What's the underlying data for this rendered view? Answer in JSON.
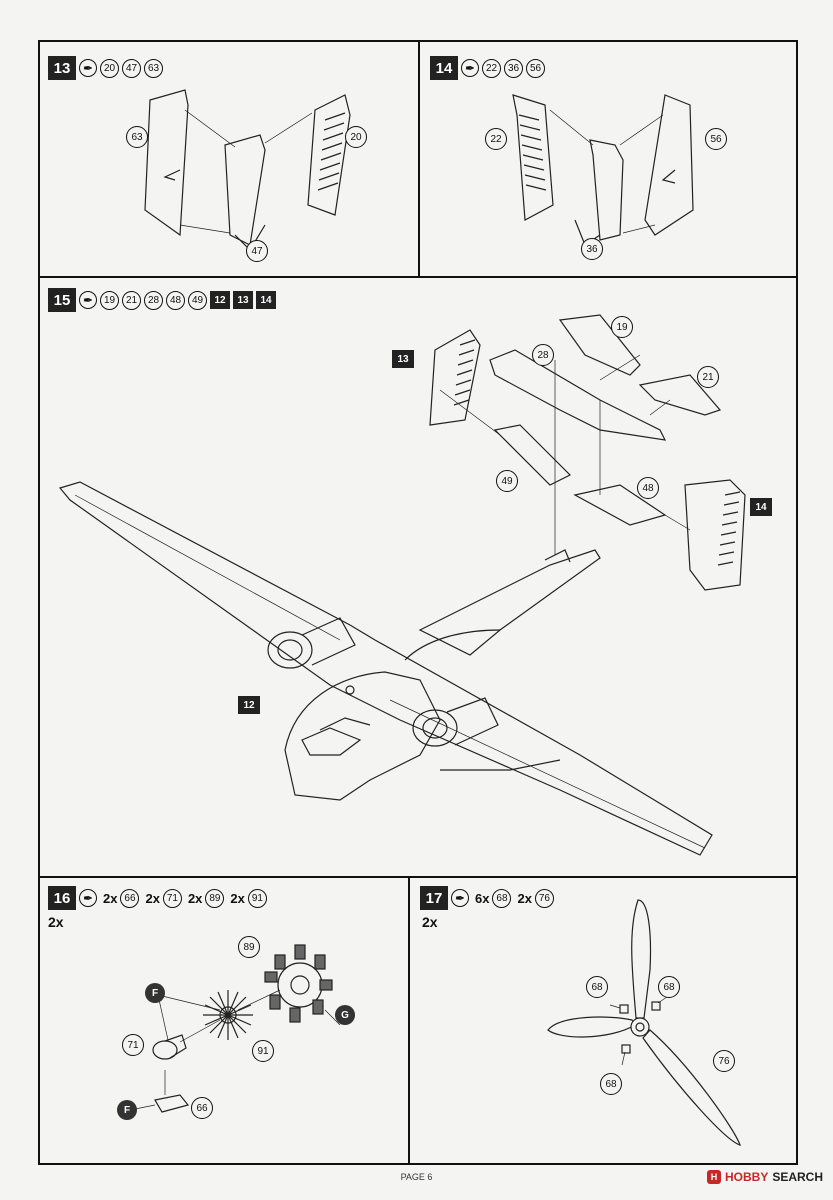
{
  "steps": [
    {
      "num": "13",
      "parts": [
        "20",
        "47",
        "63"
      ]
    },
    {
      "num": "14",
      "parts": [
        "22",
        "36",
        "56"
      ]
    },
    {
      "num": "15",
      "parts": [
        "19",
        "21",
        "28",
        "48",
        "49"
      ],
      "refs": [
        "12",
        "13",
        "14"
      ]
    },
    {
      "num": "16",
      "items": [
        {
          "qty": "2x",
          "part": "66"
        },
        {
          "qty": "2x",
          "part": "71"
        },
        {
          "qty": "2x",
          "part": "89"
        },
        {
          "qty": "2x",
          "part": "91"
        }
      ],
      "note": "2x"
    },
    {
      "num": "17",
      "items": [
        {
          "qty": "6x",
          "part": "68"
        },
        {
          "qty": "2x",
          "part": "76"
        }
      ],
      "note": "2x"
    }
  ],
  "callouts": {
    "s13": {
      "c63": "63",
      "c20": "20",
      "c47": "47"
    },
    "s14": {
      "c22": "22",
      "c56": "56",
      "c36": "36"
    },
    "s15": {
      "c19": "19",
      "c28": "28",
      "c21": "21",
      "c49": "49",
      "c48": "48",
      "r13": "13",
      "r14": "14",
      "r12": "12"
    },
    "s16": {
      "c89": "89",
      "c71": "71",
      "c91": "91",
      "c66": "66",
      "pF1": "F",
      "pF2": "F",
      "pG": "G"
    },
    "s17": {
      "c68a": "68",
      "c68b": "68",
      "c68c": "68",
      "c76": "76"
    }
  },
  "footer": {
    "page": "PAGE 6"
  },
  "watermark": {
    "hobby": "HOBBY",
    "search": "SEARCH",
    "logo": "H"
  },
  "icons": {
    "glue": "glue-tube-icon"
  }
}
